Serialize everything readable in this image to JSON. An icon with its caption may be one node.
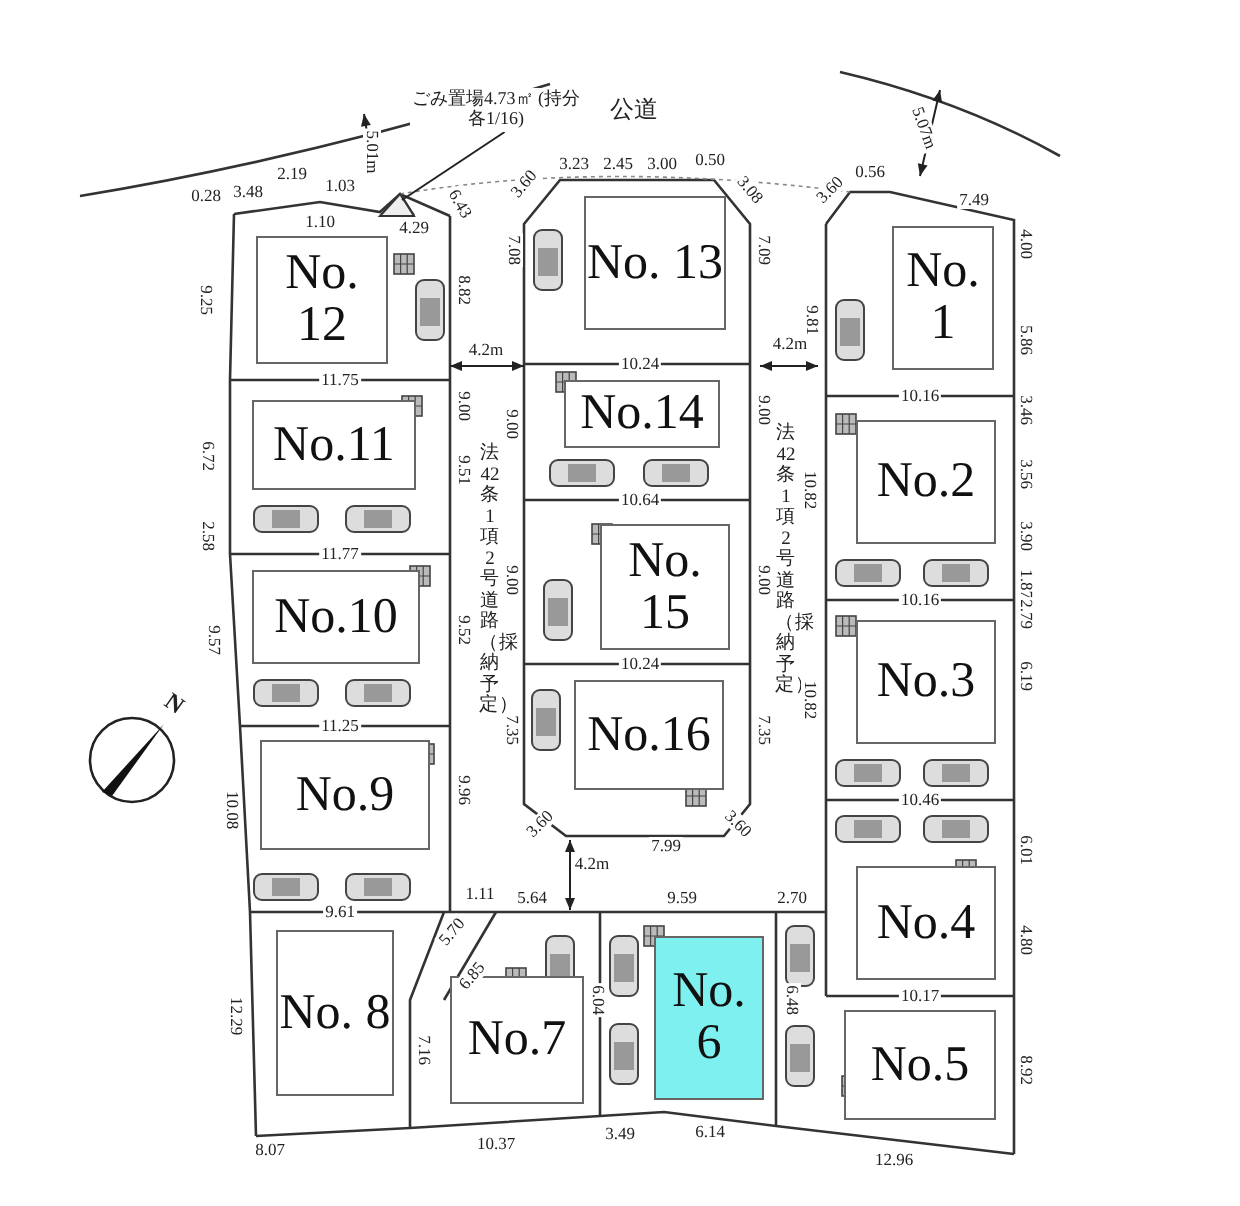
{
  "diagram": {
    "nodes": [
      {
        "text": [
          "No. 12"
        ]
      },
      {
        "text": [
          "No. 13"
        ]
      },
      {
        "text": [
          "No. 1"
        ]
      },
      {
        "text": [
          "No.11"
        ]
      },
      {
        "text": [
          "No.14"
        ]
      },
      {
        "text": [
          "No.2"
        ]
      },
      {
        "text": [
          "No.10"
        ]
      },
      {
        "text": [
          "No. 15"
        ]
      },
      {
        "text": [
          "No.3"
        ]
      },
      {
        "text": [
          "No.9"
        ]
      },
      {
        "text": [
          "No.16"
        ]
      },
      {
        "text": [
          "No.4"
        ]
      },
      {
        "text": [
          "No. 8"
        ]
      },
      {
        "text": [
          "No.7"
        ]
      },
      {
        "text": [
          "No. 6"
        ]
      },
      {
        "text": [
          "No.5"
        ]
      },
      {
        "text": [
          "ごみ置場4.73㎡ (持分各1/16)"
        ]
      },
      {
        "text": [],
        "shape": "triangle"
      }
    ],
    "edges": [
      {
        "from": 16,
        "to": 17,
        "arrow": "none"
      }
    ],
    "labels": [
      "公道",
      "N",
      "法42条1項2号道路（採納予定）",
      "法42条1項2号道路（採納予定）",
      "5.01m",
      "5.07m",
      "0.28",
      "3.48",
      "2.19",
      "1.03",
      "1.10",
      "4.29",
      "6.43",
      "3.60",
      "3.23",
      "2.45",
      "3.00",
      "0.50",
      "3.08",
      "3.60",
      "0.56",
      "7.49",
      "9.25",
      "8.82",
      "7.08",
      "7.09",
      "9.81",
      "4.00",
      "5.86",
      "4.2m",
      "10.24",
      "4.2m",
      "11.75",
      "10.16",
      "9.00",
      "9.00",
      "9.51",
      "9.00",
      "10.82",
      "3.46",
      "3.56",
      "6.72",
      "10.64",
      "2.58",
      "11.77",
      "3.90",
      "9.00",
      "9.00",
      "10.16",
      "1.87",
      "2.79",
      "9.57",
      "9.52",
      "10.24",
      "6.19",
      "10.82",
      "11.25",
      "7.35",
      "7.35",
      "10.46",
      "10.08",
      "9.96",
      "3.60",
      "3.60",
      "7.99",
      "6.01",
      "4.2m",
      "1.11",
      "5.64",
      "9.59",
      "2.70",
      "9.61",
      "5.70",
      "4.80",
      "6.85",
      "6.04",
      "6.48",
      "10.17",
      "12.29",
      "7.16",
      "8.92",
      "3.49",
      "6.14",
      "8.07",
      "10.37",
      "12.96"
    ]
  }
}
